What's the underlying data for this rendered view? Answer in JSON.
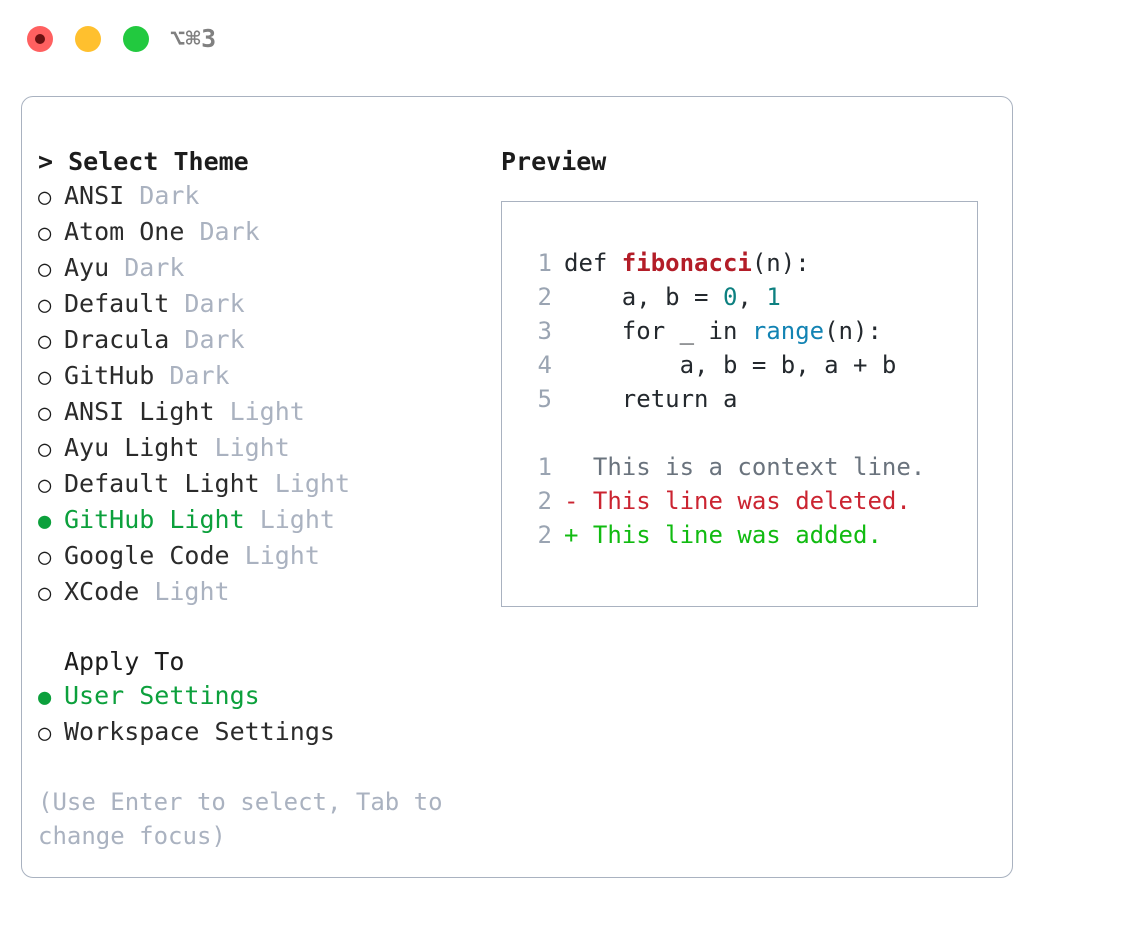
{
  "titlebar": {
    "shortcut": "⌥⌘3",
    "buttons": [
      "close",
      "minimize",
      "maximize"
    ]
  },
  "theme_panel": {
    "heading": "> Select Theme",
    "bullet_selected": "●",
    "bullet_unselected": "○",
    "themes": [
      {
        "name": "ANSI",
        "tag": "Dark",
        "selected": false
      },
      {
        "name": "Atom One",
        "tag": "Dark",
        "selected": false
      },
      {
        "name": "Ayu",
        "tag": "Dark",
        "selected": false
      },
      {
        "name": "Default",
        "tag": "Dark",
        "selected": false
      },
      {
        "name": "Dracula",
        "tag": "Dark",
        "selected": false
      },
      {
        "name": "GitHub",
        "tag": "Dark",
        "selected": false
      },
      {
        "name": "ANSI Light",
        "tag": "Light",
        "selected": false
      },
      {
        "name": "Ayu Light",
        "tag": "Light",
        "selected": false
      },
      {
        "name": "Default Light",
        "tag": "Light",
        "selected": false
      },
      {
        "name": "GitHub Light",
        "tag": "Light",
        "selected": true
      },
      {
        "name": "Google Code",
        "tag": "Light",
        "selected": false
      },
      {
        "name": "XCode",
        "tag": "Light",
        "selected": false
      }
    ],
    "apply_to_heading": "Apply To",
    "apply_to_options": [
      {
        "name": "User Settings",
        "selected": true
      },
      {
        "name": "Workspace Settings",
        "selected": false
      }
    ],
    "hint": "(Use Enter to select, Tab to change focus)"
  },
  "preview": {
    "label": "Preview",
    "code_lines": [
      {
        "num": "1",
        "tokens": [
          {
            "t": "def ",
            "c": "plain"
          },
          {
            "t": "fibonacci",
            "c": "fn"
          },
          {
            "t": "(n):",
            "c": "plain"
          }
        ]
      },
      {
        "num": "2",
        "tokens": [
          {
            "t": "    a, b = ",
            "c": "plain"
          },
          {
            "t": "0",
            "c": "num"
          },
          {
            "t": ", ",
            "c": "plain"
          },
          {
            "t": "1",
            "c": "num"
          }
        ]
      },
      {
        "num": "3",
        "tokens": [
          {
            "t": "    for _ in ",
            "c": "plain"
          },
          {
            "t": "range",
            "c": "builtin"
          },
          {
            "t": "(n):",
            "c": "plain"
          }
        ]
      },
      {
        "num": "4",
        "tokens": [
          {
            "t": "        a, b = b, a + b",
            "c": "plain"
          }
        ]
      },
      {
        "num": "5",
        "tokens": [
          {
            "t": "    return a",
            "c": "plain"
          }
        ]
      }
    ],
    "diff_lines": [
      {
        "num": "1",
        "marker": "  ",
        "text": "This is a context line.",
        "kind": "context"
      },
      {
        "num": "2",
        "marker": "- ",
        "text": "This line was deleted.",
        "kind": "deleted"
      },
      {
        "num": "2",
        "marker": "+ ",
        "text": "This line was added.",
        "kind": "added"
      }
    ]
  },
  "colors": {
    "accent_green": "#0ca03c",
    "muted": "#aab2c0",
    "border": "#a9b2c0",
    "diff_deleted": "#cb2431",
    "diff_added": "#11bb11",
    "code_function": "#b31d28",
    "code_number": "#0d8080",
    "code_builtin": "#1283b3"
  }
}
